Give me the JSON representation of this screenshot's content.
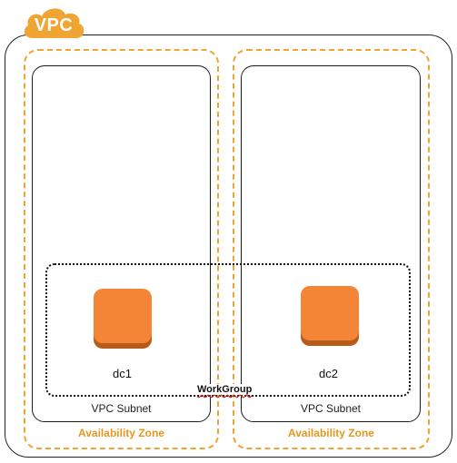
{
  "vpc": {
    "label": "VPC",
    "badge_color": "#F0A431"
  },
  "availability_zones": [
    {
      "label": "Availability Zone"
    },
    {
      "label": "Availability Zone"
    }
  ],
  "subnets": [
    {
      "label": "VPC Subnet"
    },
    {
      "label": "VPC Subnet"
    }
  ],
  "workgroup": {
    "label": "WorkGroup"
  },
  "instances": [
    {
      "label": "dc1",
      "icon": "ec2-instance-icon",
      "color": "#F58536"
    },
    {
      "label": "dc2",
      "icon": "ec2-instance-icon",
      "color": "#F58536"
    }
  ],
  "colors": {
    "az_border": "#F0A431",
    "az_label": "#E8961E",
    "instance_fill": "#F58536",
    "instance_shadow": "#B85A1A"
  }
}
